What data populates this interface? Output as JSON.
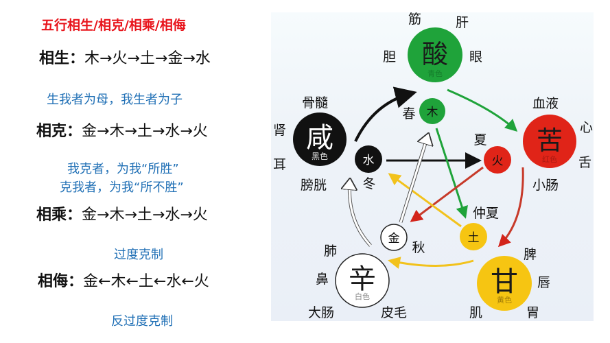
{
  "left": {
    "title": "五行相生/相克/相乘/相侮",
    "rules": [
      {
        "label": "相生：",
        "sequence": "木→火→土→金→水"
      },
      {
        "label": "相克：",
        "sequence": "金→木→土→水→火"
      },
      {
        "label": "相乘：",
        "sequence": "金→木→土→水→火"
      },
      {
        "label": "相侮：",
        "sequence": "金←木←土←水←火"
      }
    ],
    "notes": {
      "sheng": "生我者为母，我生者为子",
      "ke_1": "我克者，为我“所胜”",
      "ke_2": "克我者，为我“所不胜”",
      "cheng": "过度克制",
      "wu": "反过度克制"
    }
  },
  "diagram": {
    "big_circles": {
      "wood": {
        "char": "酸",
        "color_label": "青色",
        "fill": "#1fa33a"
      },
      "fire": {
        "char": "苦",
        "color_label": "红色",
        "fill": "#e02418"
      },
      "earth": {
        "char": "甘",
        "color_label": "黄色",
        "fill": "#f6c512"
      },
      "metal": {
        "char": "辛",
        "color_label": "白色",
        "fill": "#ffffff"
      },
      "water": {
        "char": "咸",
        "color_label": "黑色",
        "fill": "#111111"
      }
    },
    "small_circles": {
      "wood": {
        "char": "木",
        "season": "春"
      },
      "fire": {
        "char": "火",
        "season": "夏"
      },
      "earth": {
        "char": "土",
        "season": "仲夏"
      },
      "metal": {
        "char": "金",
        "season": "秋"
      },
      "water": {
        "char": "水",
        "season": "冬"
      }
    },
    "organs": {
      "wood": [
        "筋",
        "肝",
        "胆",
        "眼"
      ],
      "fire": [
        "血液",
        "心",
        "舌",
        "小肠"
      ],
      "earth": [
        "脾",
        "唇",
        "胃",
        "肌"
      ],
      "metal": [
        "肺",
        "鼻",
        "大肠",
        "皮毛"
      ],
      "water": [
        "骨髓",
        "肾",
        "耳",
        "膀胱"
      ]
    }
  }
}
